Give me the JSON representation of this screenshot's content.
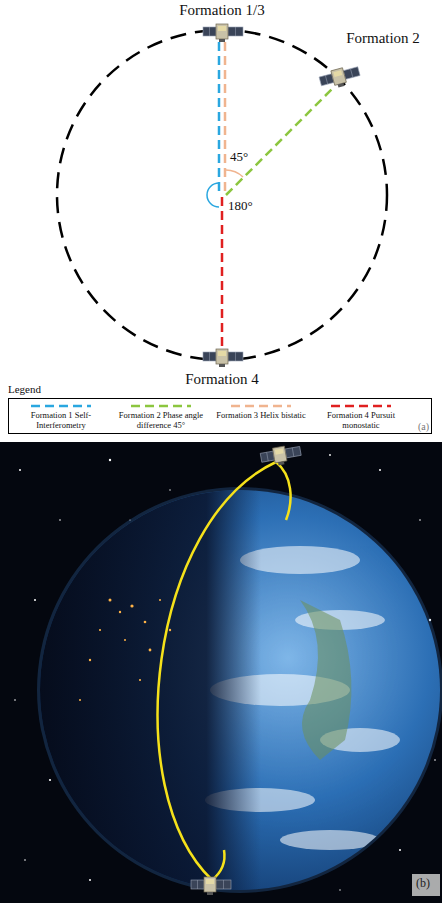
{
  "diagram": {
    "labels": [
      "Formation 1/3",
      "Formation 2",
      "45°",
      "180°",
      "Formation 4",
      "Legend",
      "(a)",
      "(b)"
    ],
    "legend": [
      {
        "text": "Formation 1 Self-Interferometry"
      },
      {
        "text": "Formation 2 Phase angle difference 45°"
      },
      {
        "text": "Formation 3 Helix bistatic"
      },
      {
        "text": "Formation 4 Pursuit monostatic"
      }
    ]
  }
}
